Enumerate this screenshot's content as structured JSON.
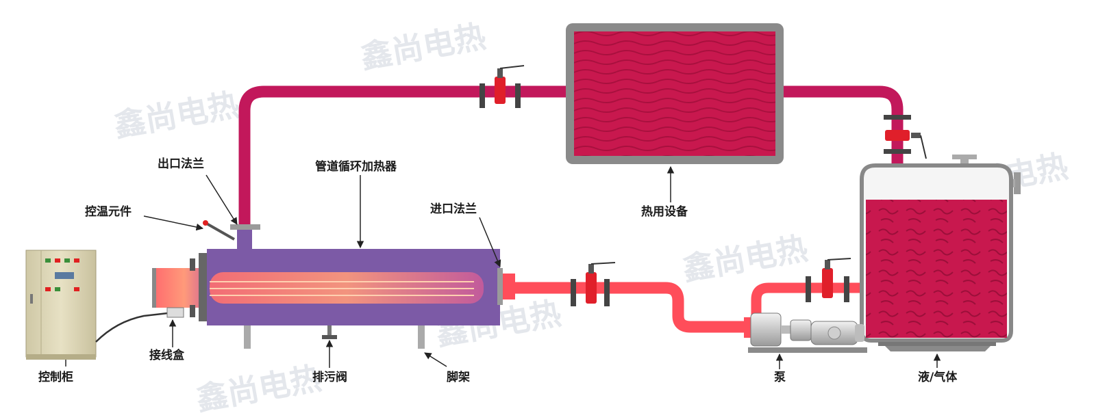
{
  "watermark": "鑫尚电热",
  "labels": {
    "outlet_flange": "出口法兰",
    "pipeline_heater": "管道循环加热器",
    "temp_control": "控温元件",
    "inlet_flange": "进口法兰",
    "heat_equipment": "热用设备",
    "control_cabinet": "控制柜",
    "junction_box": "接线盒",
    "drain_valve": "排污阀",
    "support": "脚架",
    "pump": "泵",
    "liquid_gas": "液/气体"
  },
  "colors": {
    "hot_pipe": "#c2185b",
    "feed_pipe": "#ff4d5a",
    "heater_shell": "#7c5aa6",
    "tank_fill": "#c8184e",
    "frame_gray": "#8a8a8a",
    "cabinet": "#ddd6b4"
  }
}
